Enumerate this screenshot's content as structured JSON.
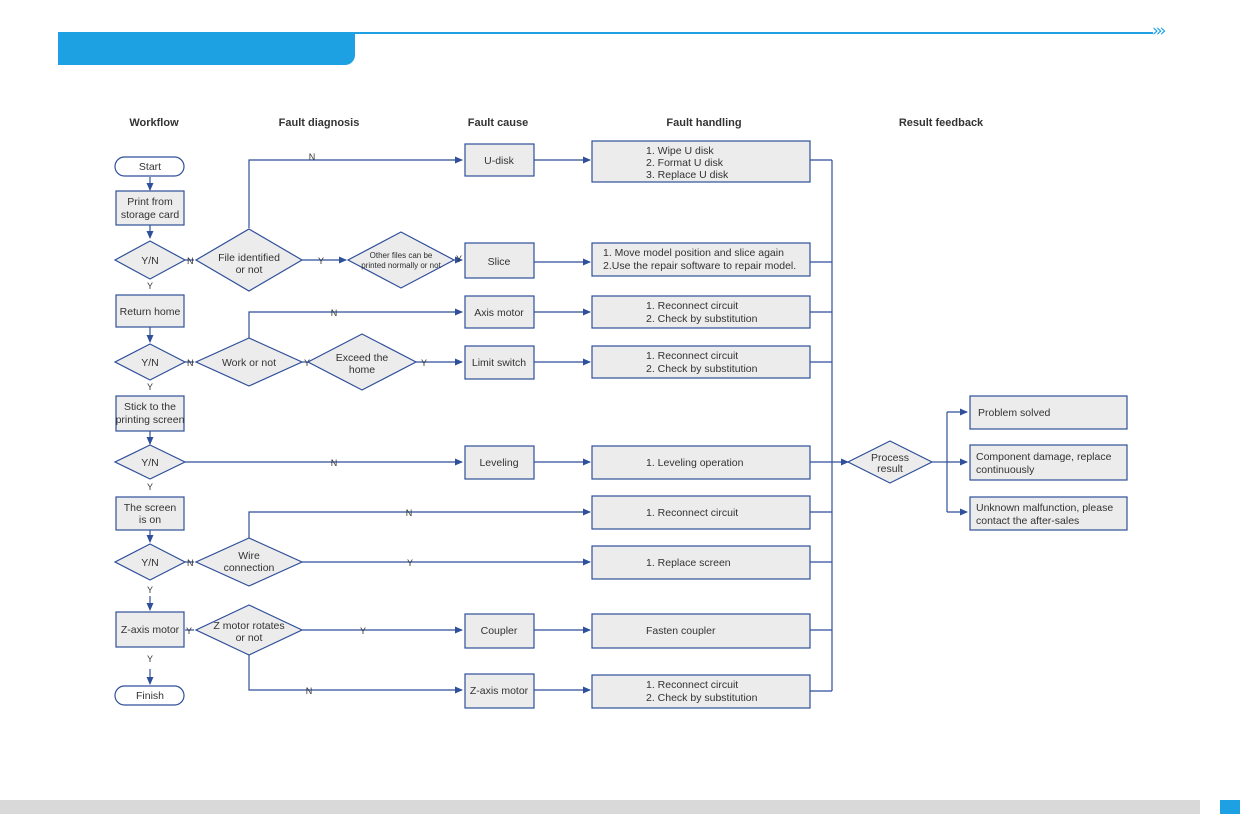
{
  "header": {
    "arrows": "›››"
  },
  "columns": {
    "workflow": "Workflow",
    "fault_diagnosis": "Fault diagnosis",
    "fault_cause": "Fault cause",
    "fault_handling": "Fault handling",
    "result_feedback": "Result  feedback"
  },
  "workflow": {
    "start": "Start",
    "print_storage": [
      "Print from",
      "storage card"
    ],
    "yn": "Y/N",
    "return_home": "Return home",
    "stick_screen": [
      "Stick to the",
      "printing screen"
    ],
    "screen_on": [
      "The screen",
      "is on"
    ],
    "z_axis_motor": "Z-axis motor",
    "finish": "Finish"
  },
  "diagnosis": {
    "file_identified": [
      "File identified",
      "or not"
    ],
    "other_files": [
      "Other files can be",
      "printed normally or not"
    ],
    "work_or_not": "Work or not",
    "exceed_home": [
      "Exceed  the",
      "home"
    ],
    "wire_connection": [
      "Wire",
      "connection"
    ],
    "z_motor_rotates": [
      "Z motor rotates",
      "or not"
    ]
  },
  "causes": {
    "u_disk": "U-disk",
    "slice": "Slice",
    "axis_motor": "Axis motor",
    "limit_switch": "Limit switch",
    "leveling": "Leveling",
    "coupler": "Coupler",
    "z_axis_motor": "Z-axis motor"
  },
  "handling": {
    "u_disk": [
      "1. Wipe U disk",
      "2. Format U disk",
      "3. Replace U disk"
    ],
    "slice": [
      "1. Move model position and slice again",
      "2.Use the repair software to repair model."
    ],
    "axis_motor": [
      "1. Reconnect circuit",
      "2. Check by substitution"
    ],
    "limit_switch": [
      "1. Reconnect circuit",
      "2. Check by substitution"
    ],
    "leveling": "1. Leveling operation",
    "wire_n": "1. Reconnect circuit",
    "wire_y": "1. Replace screen",
    "coupler": "Fasten coupler",
    "z_axis": [
      "1. Reconnect circuit",
      "2. Check by substitution"
    ]
  },
  "result": {
    "process": [
      "Process",
      "result"
    ],
    "solved": "Problem solved",
    "damage": [
      "Component damage, replace",
      "continuously"
    ],
    "unknown": [
      "Unknown malfunction, please",
      "contact the after-sales"
    ]
  },
  "marks": {
    "y": "Y",
    "n": "N"
  },
  "colors": {
    "accent": "#1da1e2",
    "flow": "#2f4f9a",
    "box_fill": "#ececec"
  }
}
